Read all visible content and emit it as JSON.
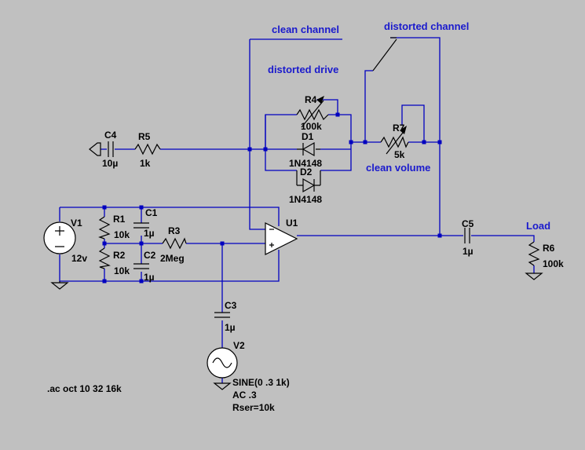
{
  "labels": {
    "clean_channel": "clean channel",
    "distorted_channel": "distorted channel",
    "distorted_drive": "distorted drive",
    "clean_volume": "clean volume",
    "load": "Load"
  },
  "components": {
    "c4": {
      "ref": "C4",
      "value": "10µ"
    },
    "r5": {
      "ref": "R5",
      "value": "1k"
    },
    "r4": {
      "ref": "R4",
      "value": "100k"
    },
    "d1": {
      "ref": "D1",
      "value": "1N4148"
    },
    "d2": {
      "ref": "D2",
      "value": "1N4148"
    },
    "r7": {
      "ref": "R7",
      "value": "5k"
    },
    "v1": {
      "ref": "V1",
      "value": "12v"
    },
    "r1": {
      "ref": "R1",
      "value": "10k"
    },
    "r2": {
      "ref": "R2",
      "value": "10k"
    },
    "c1": {
      "ref": "C1",
      "value": "1µ"
    },
    "c2": {
      "ref": "C2",
      "value": "1µ"
    },
    "r3": {
      "ref": "R3",
      "value": "2Meg"
    },
    "u1": {
      "ref": "U1"
    },
    "c3": {
      "ref": "C3",
      "value": "1µ"
    },
    "v2": {
      "ref": "V2",
      "line1": "SINE(0 .3 1k)",
      "line2": "AC .3",
      "line3": "Rser=10k"
    },
    "c5": {
      "ref": "C5",
      "value": "1µ"
    },
    "r6": {
      "ref": "R6",
      "value": "100k"
    }
  },
  "directive": ".ac oct 10 32 16k"
}
